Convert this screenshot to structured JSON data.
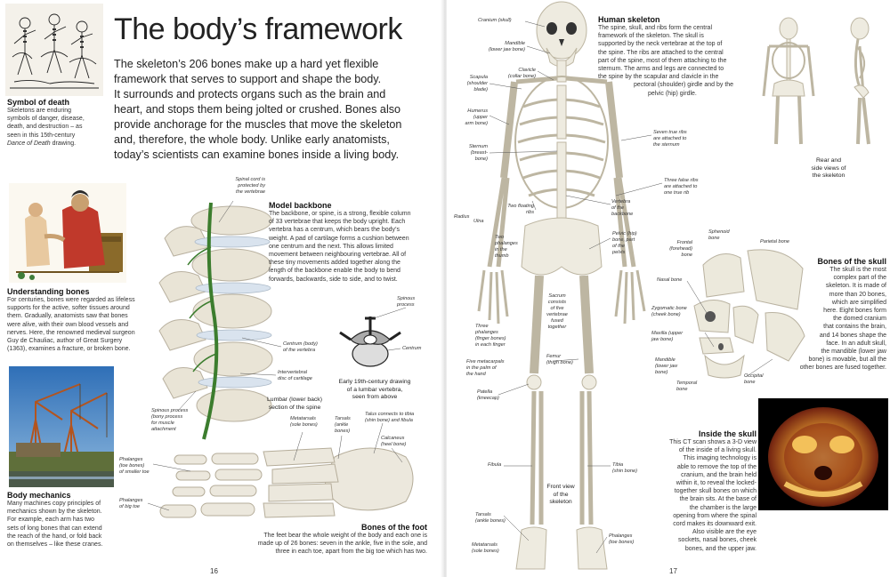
{
  "left_page": {
    "title": "The body’s framework",
    "intro_lines": [
      "The skeleton’s 206 bones make up a hard yet flexible",
      "framework that serves to support and shape the body.",
      "It surrounds and protects organs such as the brain and",
      "heart, and stops them being jolted or crushed. Bones also",
      "provide anchorage for the muscles that move the skeleton",
      "and, therefore, the whole body. Unlike early anatomists,",
      "today’s scientists can examine bones inside a living body."
    ],
    "symbol_of_death": {
      "heading": "Symbol of death",
      "lines": [
        "Skeletons are enduring",
        "symbols of danger, disease,",
        "death, and destruction – as",
        "seen in this 15th-century"
      ],
      "italic_line": "Dance of Death",
      "italic_line_rest": " drawing."
    },
    "understanding_bones": {
      "heading": "Understanding bones",
      "lines": [
        "For centuries, bones were regarded as lifeless",
        "supports for the active, softer tissues around",
        "them. Gradually, anatomists saw that bones",
        "were alive, with their own blood vessels and",
        "nerves. Here, the renowned medieval surgeon",
        "Guy de Chauliac, author of Great Surgery",
        "(1363), examines a fracture, or broken bone."
      ]
    },
    "body_mechanics": {
      "heading": "Body mechanics",
      "lines": [
        "Many machines copy principles of",
        "mechanics shown by the skeleton.",
        "For example, each arm has two",
        "sets of long bones that can extend",
        "the reach of the hand, or fold back",
        "on themselves – like these cranes."
      ]
    },
    "model_backbone": {
      "heading": "Model backbone",
      "lines": [
        "The backbone, or spine, is a strong, flexible column",
        "of 33 vertebrae that keeps the body upright. Each",
        "vertebra has a centrum, which bears the body’s",
        "weight. A pad of cartilage forms a cushion between",
        "one centrum and the next. This allows limited",
        "movement between neighbouring vertebrae. All of",
        "these tiny movements added together along the",
        "length of the backbone enable the body to bend",
        "forwards, backwards, side to side, and to twist."
      ]
    },
    "spine_labels": {
      "spinal_cord": [
        "Spinal cord is",
        "protected by",
        "the vertebrae"
      ],
      "centrum": [
        "Centrum (body)",
        "of the vertebra"
      ],
      "disc": [
        "Intervertebral",
        "disc of cartilage"
      ],
      "spinous_process": [
        "Spinous process",
        "(bony process",
        "for muscle",
        "attachment"
      ],
      "lumbar_caption": [
        "Lumbar (lower back)",
        "section of the spine"
      ],
      "spinous_process_drawing": [
        "Spinous",
        "process"
      ],
      "centrum_drawing": "Centrum",
      "drawing_caption": [
        "Early 19th-century drawing",
        "of a lumbar vertebra,",
        "seen from above"
      ]
    },
    "foot": {
      "heading": "Bones of the foot",
      "lines": [
        "The feet bear the whole weight of the body and each one is",
        "made up of 26 bones: seven in the ankle, five in the sole, and",
        "three in each toe, apart from the big toe which has two."
      ],
      "labels": {
        "metatarsals": [
          "Metatarsals",
          "(sole bones)"
        ],
        "tarsals": [
          "Tarsals",
          "(ankle",
          "bones)"
        ],
        "talus": [
          "Talus connects to tibia",
          "(shin bone) and fibula"
        ],
        "calcaneus": [
          "Calcaneus",
          "(heel bone)"
        ],
        "phalanges_small": [
          "Phalanges",
          "(toe bones)",
          "of smaller toe"
        ],
        "phalanges_big": [
          "Phalanges",
          "of big toe"
        ]
      }
    },
    "page_number": "16"
  },
  "right_page": {
    "human_skeleton": {
      "heading": "Human skeleton",
      "lines": [
        "The spine, skull, and ribs form the central",
        "framework of the skeleton. The skull is",
        "supported by the neck vertebrae at the top of",
        "the spine. The ribs are attached to the central",
        "part of the spine, most of them attaching to the",
        "sternum. The arms and legs are connected to",
        "the spine by the scapular and clavicle in the",
        "pectoral (shoulder) girdle and by the",
        "pelvic (hip) girdle."
      ]
    },
    "skeleton_labels": {
      "cranium": "Cranium (skull)",
      "mandible": [
        "Mandible",
        "(lower jaw bone)"
      ],
      "clavicle": [
        "Clavicle",
        "(collar bone)"
      ],
      "scapula": [
        "Scapula",
        "(shoulder",
        "blade)"
      ],
      "humerus": [
        "Humerus",
        "(upper",
        "arm bone)"
      ],
      "sternum": [
        "Sternum",
        "(breast-",
        "bone)"
      ],
      "true_ribs": [
        "Seven true ribs",
        "are attached to",
        "the sternum"
      ],
      "false_ribs": [
        "Three false ribs",
        "are attached to",
        "one true rib"
      ],
      "floating_ribs": [
        "Two floating",
        "ribs"
      ],
      "vertebra": [
        "Vertebra",
        "of the",
        "backbone"
      ],
      "radius": "Radius",
      "ulna": "Ulna",
      "thumb": [
        "Two",
        "phalanges",
        "in the",
        "thumb"
      ],
      "pelvic": [
        "Pelvic (hip)",
        "bone, part",
        "of the",
        "pelvis"
      ],
      "sacrum": [
        "Sacrum",
        "consists",
        "of five",
        "vertebrae",
        "fused",
        "together"
      ],
      "finger": [
        "Three",
        "phalanges",
        "(finger bones)",
        "in each finger"
      ],
      "metacarpals": [
        "Five metacarpals",
        "in the palm of",
        "the hand"
      ],
      "femur": [
        "Femur",
        "(thigh bone)"
      ],
      "patella": [
        "Patella",
        "(kneecap)"
      ],
      "fibula": "Fibula",
      "tibia": [
        "Tibia",
        "(shin bone)"
      ],
      "tarsals": [
        "Tarsals",
        "(ankle bones)"
      ],
      "metatarsals": [
        "Metatarsals",
        "(sole bones)"
      ],
      "phalanges": [
        "Phalanges",
        "(toe bones)"
      ],
      "front_view": [
        "Front view",
        "of the",
        "skeleton"
      ],
      "rear_side": [
        "Rear and",
        "side views of",
        "the skeleton"
      ]
    },
    "skull": {
      "heading": "Bones of the skull",
      "lines": [
        "The skull is the most",
        "complex part of the",
        "skeleton. It is made of",
        "more than 20 bones,",
        "which are simplified",
        "here. Eight bones form",
        "the domed cranium",
        "that contains the brain,",
        "and 14 bones shape the",
        "face. In an adult skull,",
        "the mandible (lower jaw",
        "bone) is movable, but all the",
        "other bones are fused together."
      ],
      "labels": {
        "sphenoid": [
          "Sphenoid",
          "bone"
        ],
        "frontal": [
          "Frontal",
          "(forehead)",
          "bone"
        ],
        "parietal": "Parietal bone",
        "nasal": "Nasal bone",
        "zygomatic": [
          "Zygomatic bone",
          "(cheek bone)"
        ],
        "maxilla": [
          "Maxilla (upper",
          "jaw bone)"
        ],
        "mandible": [
          "Mandible",
          "(lower jaw",
          "bone)"
        ],
        "temporal": [
          "Temporal",
          "bone"
        ],
        "occipital": [
          "Occipital",
          "bone"
        ]
      }
    },
    "inside_skull": {
      "heading": "Inside the skull",
      "lines": [
        "This CT scan shows a 3-D view",
        "of the inside of a living skull.",
        "This imaging technology is",
        "able to remove the top of the",
        "cranium, and the brain held",
        "within it, to reveal the locked-",
        "together skull bones on which",
        "the brain sits. At the base of",
        "the chamber is the large",
        "opening from where the spinal",
        "cord makes its downward exit.",
        "Also visible are the eye",
        "sockets, nasal bones, cheek",
        "bones, and the upper jaw."
      ]
    },
    "page_number": "17"
  }
}
